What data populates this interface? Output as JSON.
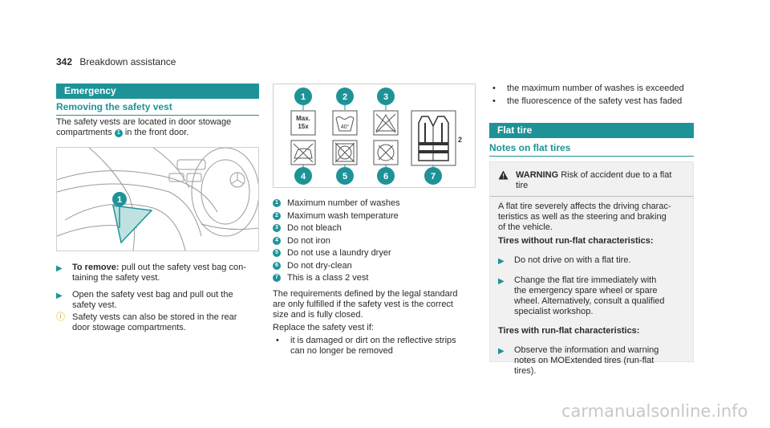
{
  "page": {
    "number": "342",
    "section": "Breakdown assistance"
  },
  "col1": {
    "bar_title": "Emergency",
    "subheading": "Removing the safety vest",
    "intro_a": "The safety vests are located in door stowage",
    "intro_b": "compartments",
    "intro_num": "1",
    "intro_c": "in the front door.",
    "image_callout": "1",
    "step1_label": "To remove:",
    "step1_text_a": " pull out the safety vest bag con-",
    "step1_text_b": "taining the safety vest.",
    "step2_text_a": "Open the safety vest bag and pull out the",
    "step2_text_b": "safety vest.",
    "note_text_a": "Safety vests can also be stored in the rear",
    "note_text_b": "door stowage compartments."
  },
  "col2": {
    "symbols": {
      "callouts": [
        "1",
        "2",
        "3",
        "4",
        "5",
        "6",
        "7"
      ],
      "wash_max_a": "Max.",
      "wash_max_b": "15x",
      "temp": "40°",
      "class_num": "2"
    },
    "legend": [
      {
        "num": "1",
        "text": "Maximum number of washes"
      },
      {
        "num": "2",
        "text": "Maximum wash temperature"
      },
      {
        "num": "3",
        "text": "Do not bleach"
      },
      {
        "num": "4",
        "text": "Do not iron"
      },
      {
        "num": "5",
        "text": "Do not use a laundry dryer"
      },
      {
        "num": "6",
        "text": "Do not dry-clean"
      },
      {
        "num": "7",
        "text": "This is a class 2 vest"
      }
    ],
    "req_a": "The requirements defined by the legal standard",
    "req_b": "are only fulfilled if the safety vest is the correct",
    "req_c": "size and is fully closed.",
    "replace_intro": "Replace the safety vest if:",
    "bullets": [
      {
        "a": "it is damaged or dirt on the reflective strips",
        "b": "can no longer be removed"
      }
    ]
  },
  "col3": {
    "bullets": [
      "the maximum number of washes is exceeded",
      "the fluorescence of the safety vest has faded"
    ],
    "bar_title": "Flat tire",
    "subheading": "Notes on flat tires",
    "warning_label": "WARNING",
    "warning_text_a": "Risk of accident due to a flat",
    "warning_text_b": "tire",
    "warn_para_a": "A flat tire severely affects the driving charac-",
    "warn_para_b": "teristics as well as the steering and braking",
    "warn_para_c": "of the vehicle.",
    "without_heading": "Tires without run-flat characteristics:",
    "without_step1": "Do not drive on with a flat tire.",
    "without_step2_a": "Change the flat tire immediately with",
    "without_step2_b": "the emergency spare wheel or spare",
    "without_step2_c": "wheel. Alternatively, consult a qualified",
    "without_step2_d": "specialist workshop.",
    "with_heading": "Tires with run-flat characteristics:",
    "with_step1_a": "Observe the information and warning",
    "with_step1_b": "notes on MOExtended tires (run-flat",
    "with_step1_c": "tires)."
  },
  "footer": {
    "watermark": "carmanualsonline.info"
  }
}
